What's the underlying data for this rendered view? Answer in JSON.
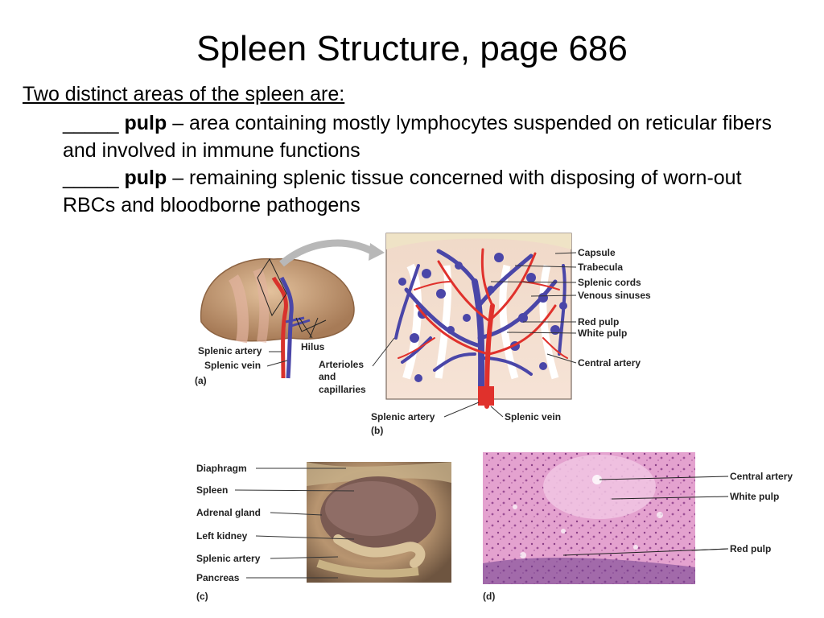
{
  "slide": {
    "title": "Spleen Structure, page 686",
    "lead": "Two distinct areas of the spleen are:",
    "bullets": [
      {
        "blank": "_____",
        "term": "pulp",
        "text": " – area containing mostly lymphocytes suspended on reticular fibers and involved in immune functions"
      },
      {
        "blank": "_____",
        "term": "pulp",
        "text": " – remaining splenic tissue concerned with disposing of worn-out RBCs and bloodborne pathogens"
      }
    ]
  },
  "figure": {
    "panel_a": {
      "tag": "(a)",
      "labels": [
        "Splenic artery",
        "Splenic vein",
        "Hilus"
      ]
    },
    "panel_b": {
      "tag": "(b)",
      "labels": [
        "Capsule",
        "Trabecula",
        "Splenic cords",
        "Venous sinuses",
        "Red pulp",
        "White pulp",
        "Central artery",
        "Arterioles",
        "and",
        "capillaries",
        "Splenic artery",
        "Splenic vein"
      ]
    },
    "panel_c": {
      "tag": "(c)",
      "labels": [
        "Diaphragm",
        "Spleen",
        "Adrenal gland",
        "Left kidney",
        "Splenic artery",
        "Pancreas"
      ]
    },
    "panel_d": {
      "tag": "(d)",
      "labels": [
        "Central artery",
        "White pulp",
        "Red pulp"
      ]
    },
    "colors": {
      "artery": "#e0312c",
      "vein": "#4a46a8",
      "spleen": "#c9a07a",
      "tissue_pink": "#e9a9d2"
    }
  }
}
